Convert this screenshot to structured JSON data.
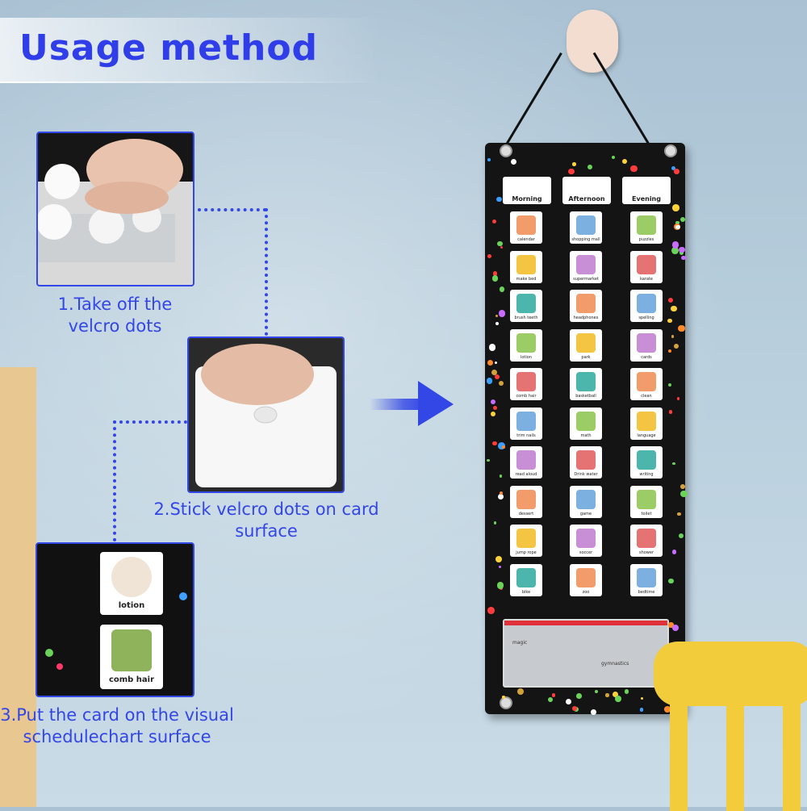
{
  "header": {
    "title": "Usage method"
  },
  "steps": [
    {
      "label": "1.Take off the velcro dots"
    },
    {
      "label": "2.Stick velcro dots on card surface"
    },
    {
      "label": "3.Put the card on the visual schedulechart surface"
    }
  ],
  "step3_cards": [
    "lotion",
    "comb hair"
  ],
  "chart": {
    "columns": [
      "Morning",
      "Afternoon",
      "Evening"
    ],
    "rows": [
      [
        "calendar",
        "shopping mall",
        "puzzles"
      ],
      [
        "make bed",
        "supermarket",
        "karate"
      ],
      [
        "brush teeth",
        "headphones",
        "spelling"
      ],
      [
        "lotion",
        "park",
        "cards"
      ],
      [
        "comb hair",
        "basketball",
        "clean"
      ],
      [
        "trim nails",
        "math",
        "language"
      ],
      [
        "read aloud",
        "Drink water",
        "writing"
      ],
      [
        "dessert",
        "game",
        "toilet"
      ],
      [
        "jump rope",
        "soccer",
        "shower"
      ],
      [
        "bike",
        "zoo",
        "bedtime"
      ]
    ],
    "pocket_labels": [
      "magic",
      "gymnastics"
    ]
  },
  "colors": {
    "accent": "#3346e6",
    "chart_bg": "#141414"
  }
}
